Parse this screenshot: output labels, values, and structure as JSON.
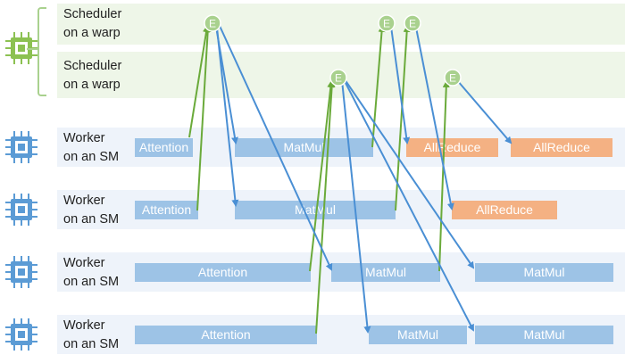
{
  "scheduler_rows": [
    {
      "label_line1": "Scheduler",
      "label_line2": "on a warp"
    },
    {
      "label_line1": "Scheduler",
      "label_line2": "on a warp"
    }
  ],
  "worker_rows": [
    {
      "label_line1": "Worker",
      "label_line2": "on an SM"
    },
    {
      "label_line1": "Worker",
      "label_line2": "on an SM"
    },
    {
      "label_line1": "Worker",
      "label_line2": "on an SM"
    },
    {
      "label_line1": "Worker",
      "label_line2": "on an SM"
    }
  ],
  "tasks": {
    "w1_attention": "Attention",
    "w1_matmul": "MatMul",
    "w1_allreduce_a": "AllReduce",
    "w1_allreduce_b": "AllReduce",
    "w2_attention": "Attention",
    "w2_matmul": "MatMul",
    "w2_allreduce": "AllReduce",
    "w3_attention": "Attention",
    "w3_matmul_a": "MatMul",
    "w3_matmul_b": "MatMul",
    "w4_attention": "Attention",
    "w4_matmul_a": "MatMul",
    "w4_matmul_b": "MatMul"
  },
  "event_marker": "E",
  "colors": {
    "scheduler_band": "#eef6e8",
    "worker_band": "#eef3fa",
    "compute_task": "#9dc3e6",
    "comm_task": "#f4b183",
    "notify_arrow": "#6aaa3a",
    "dispatch_arrow": "#4a8fd4",
    "event_node": "#a9d18e",
    "scheduler_chip": "#8cc152",
    "worker_chip": "#5b9bd5"
  },
  "icons": {
    "scheduler": "warp-chip-icon",
    "worker": "sm-chip-icon"
  }
}
